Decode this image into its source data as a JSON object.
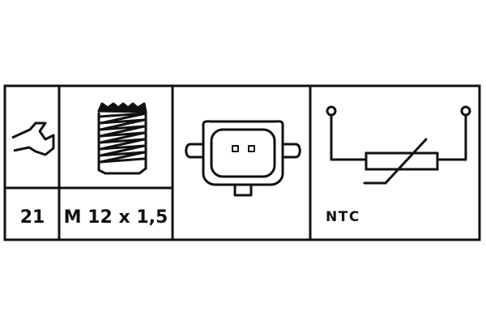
{
  "table": {
    "wrench_size": "21",
    "thread": "M 12 x 1,5",
    "sensor_type": "NTC"
  },
  "icons": {
    "wrench": "wrench-icon",
    "thread": "threaded-bolt-icon",
    "connector": "two-pin-connector-icon",
    "ntc": "ntc-thermistor-symbol-icon"
  },
  "colors": {
    "line": "#111111",
    "background": "#ffffff"
  }
}
